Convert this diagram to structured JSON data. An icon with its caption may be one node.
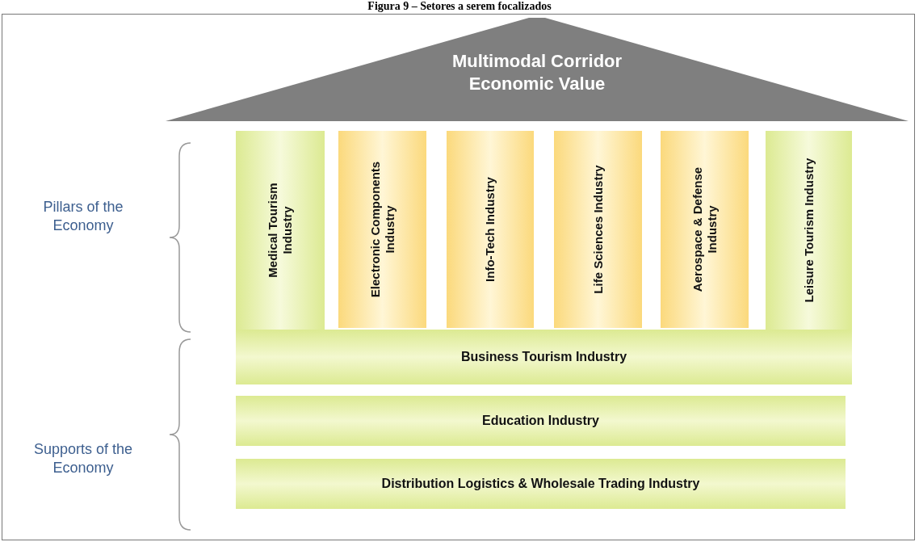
{
  "diagram": {
    "title": "Figura 9 – Setores a serem focalizados",
    "nodes": [
      {
        "text": [
          "Multimodal Corridor Economic Value"
        ]
      },
      {
        "text": [
          "Medical Tourism Industry"
        ]
      },
      {
        "text": [
          "Electronic Components Industry"
        ]
      },
      {
        "text": [
          "Info-Tech Industry"
        ]
      },
      {
        "text": [
          "Life Sciences Industry"
        ]
      },
      {
        "text": [
          "Aerospace & Defense Industry"
        ]
      },
      {
        "text": [
          "Leisure Tourism Industry"
        ]
      },
      {
        "text": [
          "Business Tourism Industry"
        ]
      },
      {
        "text": [
          "Education Industry"
        ]
      },
      {
        "text": [
          "Distribution Logistics & Wholesale Trading Industry"
        ]
      }
    ],
    "labels": [
      "Pillars of the Economy",
      "Supports of the Economy"
    ]
  }
}
